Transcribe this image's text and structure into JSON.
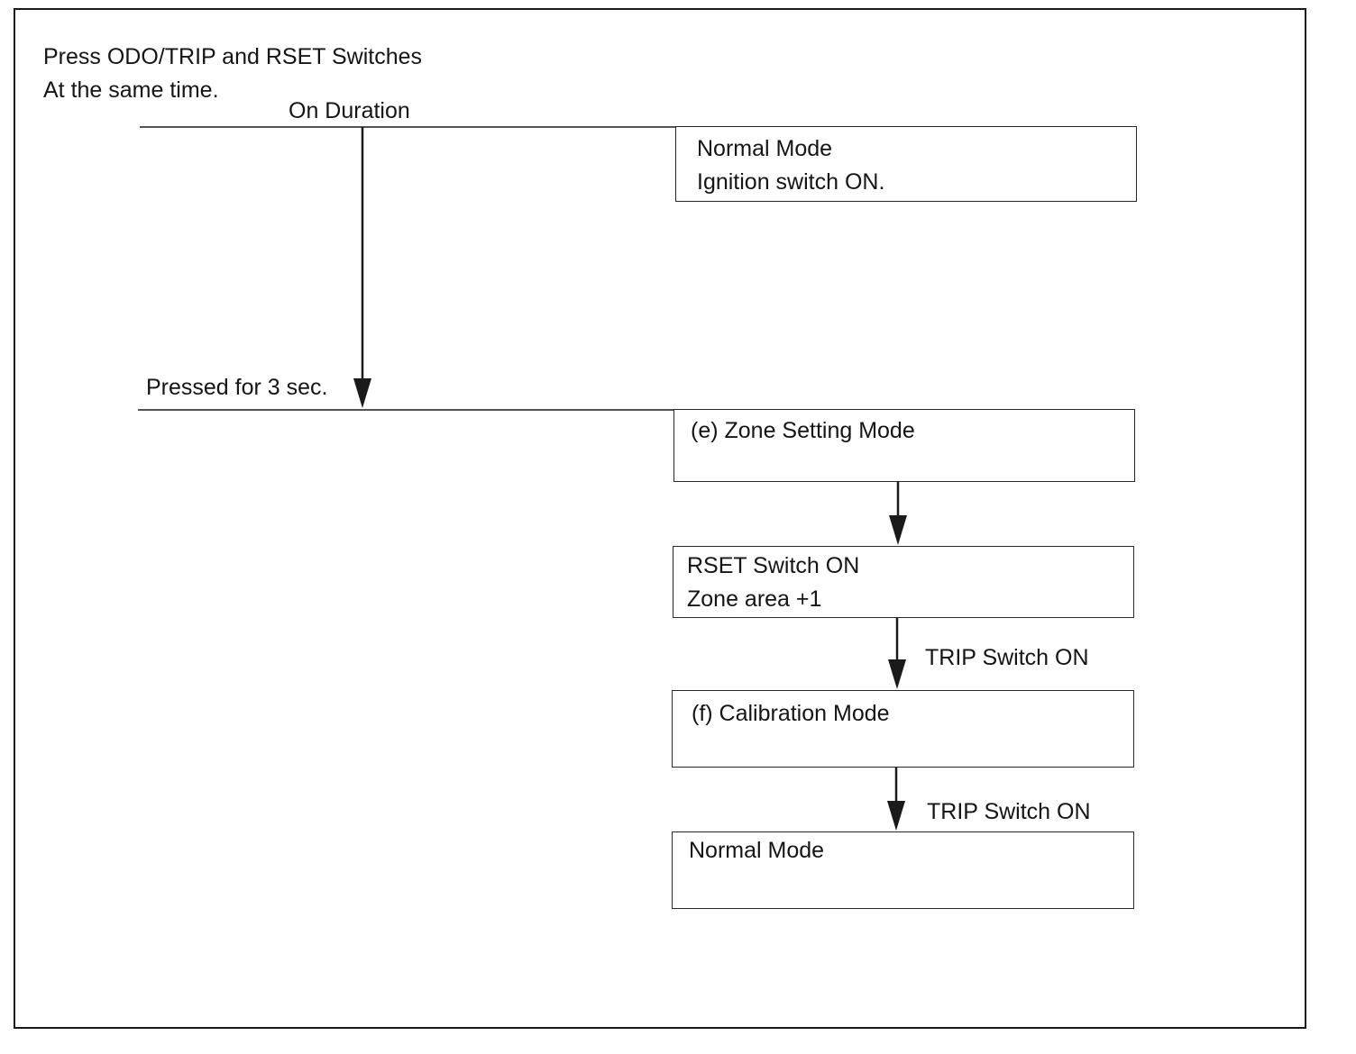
{
  "header": {
    "line1": "Press ODO/TRIP and RSET Switches",
    "line2": "At the same time."
  },
  "timing": {
    "on_duration_label": "On Duration",
    "pressed_label": "Pressed for 3 sec."
  },
  "boxes": {
    "normal_mode_initial": {
      "title": "Normal Mode",
      "subtitle": "Ignition switch ON."
    },
    "zone_setting_mode": {
      "title": "(e) Zone Setting Mode"
    },
    "rset_switch_on": {
      "title": "RSET Switch ON",
      "subtitle": "Zone area +1"
    },
    "calibration_mode": {
      "title": "(f) Calibration Mode"
    },
    "normal_mode_final": {
      "title": "Normal Mode"
    }
  },
  "arrows": {
    "trip_switch_label_1": "TRIP Switch ON",
    "trip_switch_label_2": "TRIP Switch ON"
  },
  "colors": {
    "line": "#1a1a1a",
    "background": "#ffffff",
    "text": "#151515"
  }
}
